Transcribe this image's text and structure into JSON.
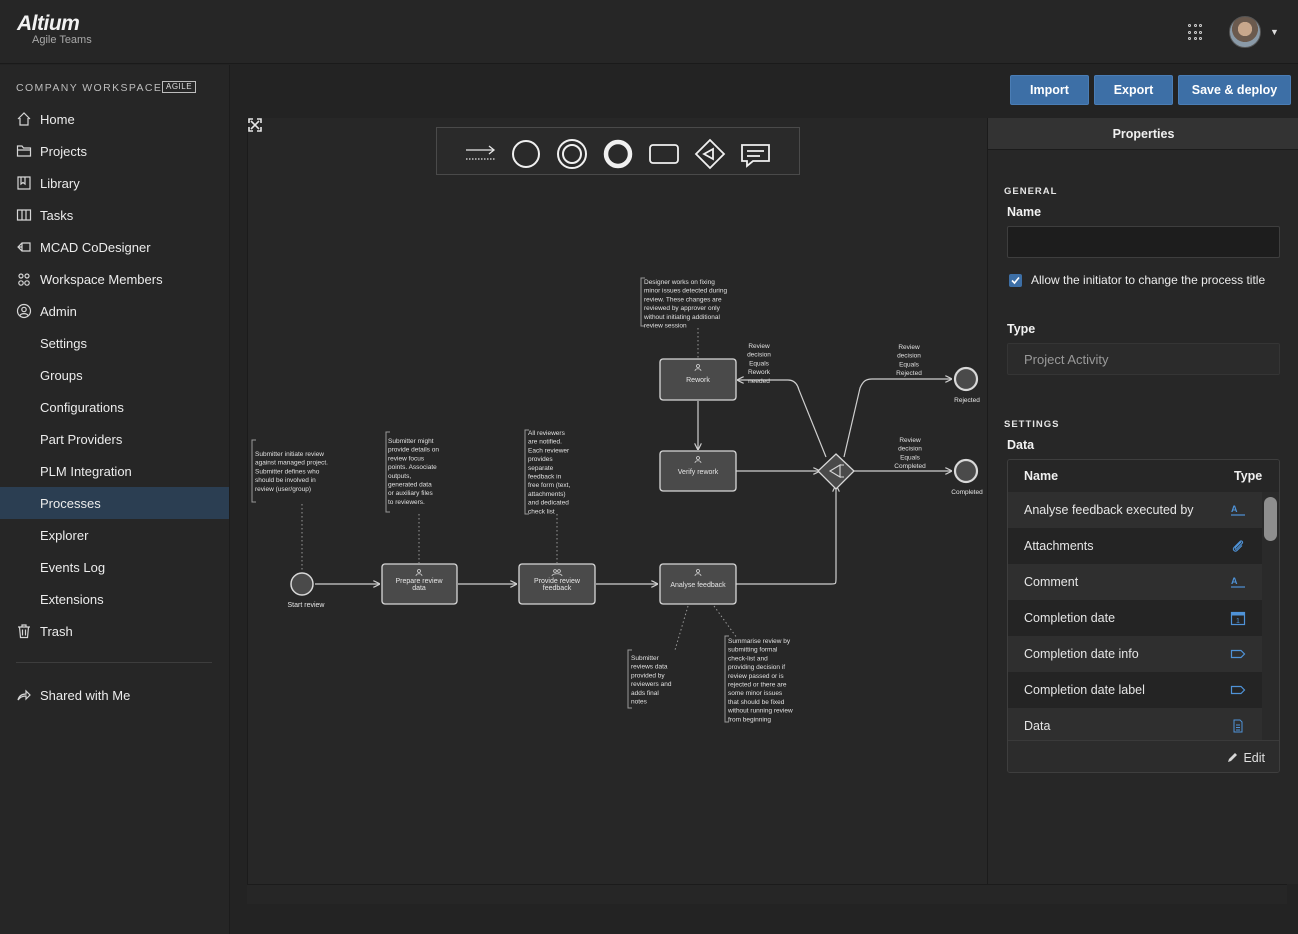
{
  "brand": {
    "name": "Altium",
    "sub": "Agile Teams"
  },
  "sidebar": {
    "workspace_label": "COMPANY WORKSPACE",
    "workspace_badge": "AGILE",
    "items": [
      {
        "label": "Home",
        "icon": "home-icon"
      },
      {
        "label": "Projects",
        "icon": "folder-icon"
      },
      {
        "label": "Library",
        "icon": "library-icon"
      },
      {
        "label": "Tasks",
        "icon": "tasks-icon"
      },
      {
        "label": "MCAD CoDesigner",
        "icon": "mcad-icon"
      },
      {
        "label": "Workspace Members",
        "icon": "members-icon"
      },
      {
        "label": "Admin",
        "icon": "admin-icon"
      },
      {
        "label": "Settings"
      },
      {
        "label": "Groups"
      },
      {
        "label": "Configurations"
      },
      {
        "label": "Part Providers"
      },
      {
        "label": "PLM Integration"
      },
      {
        "label": "Processes",
        "active": true
      },
      {
        "label": "Explorer"
      },
      {
        "label": "Events Log"
      },
      {
        "label": "Extensions"
      },
      {
        "label": "Trash",
        "icon": "trash-icon"
      }
    ],
    "shared_label": "Shared with Me"
  },
  "toolbar": {
    "import": "Import",
    "export": "Export",
    "save_deploy": "Save & deploy"
  },
  "palette": [
    "sequence-flow-icon",
    "start-event-icon",
    "intermediate-event-icon",
    "end-event-icon",
    "task-icon",
    "gateway-icon",
    "annotation-icon"
  ],
  "diagram": {
    "start_label": "Start review",
    "tasks": {
      "prepare": [
        "Prepare review",
        "data"
      ],
      "provide": [
        "Provide review",
        "feedback"
      ],
      "analyse": "Analyse feedback",
      "verify": "Verify rework",
      "rework": "Rework"
    },
    "end_rejected": "Rejected",
    "end_completed": "Completed",
    "flow_rework": [
      "Review",
      "decision",
      "Equals",
      "Rework",
      "needed"
    ],
    "flow_rejected": [
      "Review",
      "decision",
      "Equals",
      "Rejected"
    ],
    "flow_completed": [
      "Review",
      "decision",
      "Equals",
      "Completed"
    ],
    "notes": {
      "start": [
        "Submitter initiate review",
        "against managed project.",
        "Submitter defines who",
        "should be involved in",
        "review (user/group)"
      ],
      "prepare": [
        "Submitter might",
        "provide details on",
        "review focus",
        "points. Associate",
        "outputs,",
        "generated data",
        "or auxiliary files",
        "to reviewers."
      ],
      "provide": [
        "All reviewers",
        "are notified.",
        "Each reviewer",
        "provides",
        "separate",
        "feedback in",
        "free form (text,",
        "attachments)",
        "and dedicated",
        "check list"
      ],
      "rework": [
        "Designer works on fixing",
        "minor issues detected during",
        "review. These changes are",
        "reviewed by approver only",
        "without initiating additional",
        "review session"
      ],
      "analyse_left": [
        "Submitter",
        "reviews data",
        "provided by",
        "reviewers and",
        "adds final",
        "notes"
      ],
      "analyse_right": [
        "Summarise review by",
        "submitting formal",
        "check-list and",
        "providing decision if",
        "review passed or is",
        "rejected or there are",
        "some minor issues",
        "that should be fixed",
        "without running review",
        "from beginning"
      ]
    }
  },
  "properties": {
    "title": "Properties",
    "general": "GENERAL",
    "name_label": "Name",
    "name_value": "",
    "allow_text": "Allow the initiator to change the process title",
    "allow_checked": true,
    "type_label": "Type",
    "type_value": "Project Activity",
    "settings": "SETTINGS",
    "data_label": "Data",
    "table": {
      "col_name": "Name",
      "col_type": "Type",
      "rows": [
        {
          "name": "Analyse feedback executed by",
          "type_icon": "text-type-icon"
        },
        {
          "name": "Attachments",
          "type_icon": "attachment-type-icon"
        },
        {
          "name": "Comment",
          "type_icon": "text-type-icon"
        },
        {
          "name": "Completion date",
          "type_icon": "date-type-icon"
        },
        {
          "name": "Completion date info",
          "type_icon": "label-type-icon"
        },
        {
          "name": "Completion date label",
          "type_icon": "label-type-icon"
        },
        {
          "name": "Data",
          "type_icon": "document-type-icon"
        }
      ],
      "edit": "Edit"
    }
  },
  "colors": {
    "accent": "#3d6fa6",
    "active_nav": "#2b3e52",
    "type_icon": "#4f93d8"
  }
}
